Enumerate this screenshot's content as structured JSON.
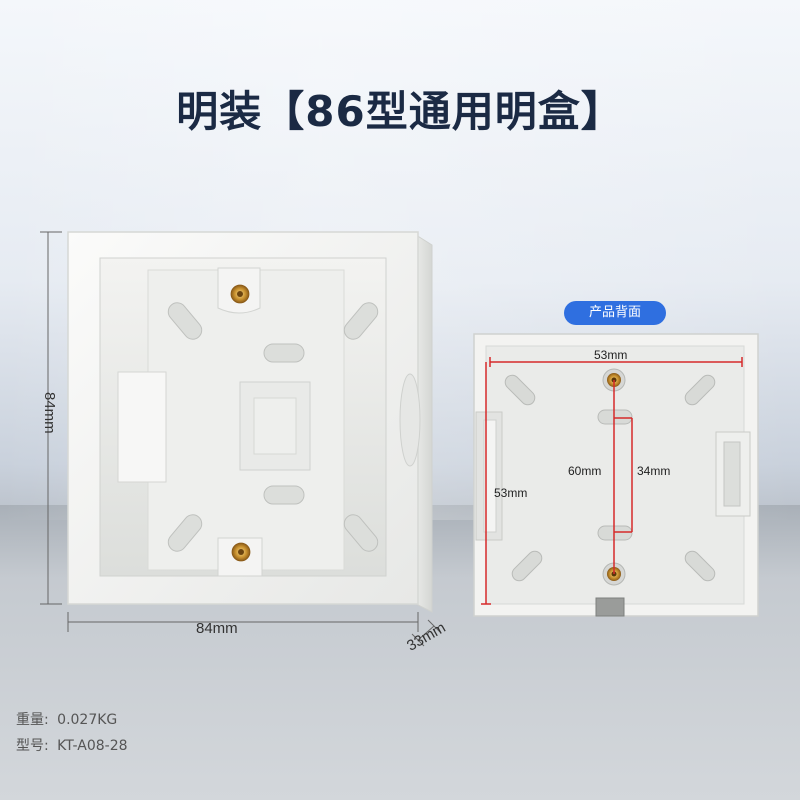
{
  "title": "明装【86型通用明盒】",
  "back_badge": "产品背面",
  "dimensions": {
    "height": "84mm",
    "width": "84mm",
    "depth": "33mm"
  },
  "back_dimensions": {
    "top_width": "53mm",
    "left_height": "53mm",
    "hole_spacing": "60mm",
    "slot_spacing": "34mm"
  },
  "specs": [
    {
      "label": "重量:",
      "value": "0.027KG"
    },
    {
      "label": "型号:",
      "value": "KT-A08-28"
    }
  ],
  "colors": {
    "title": "#1b2a44",
    "badge": "#2f6fe0",
    "dimension_line_red": "#d62a2a"
  }
}
